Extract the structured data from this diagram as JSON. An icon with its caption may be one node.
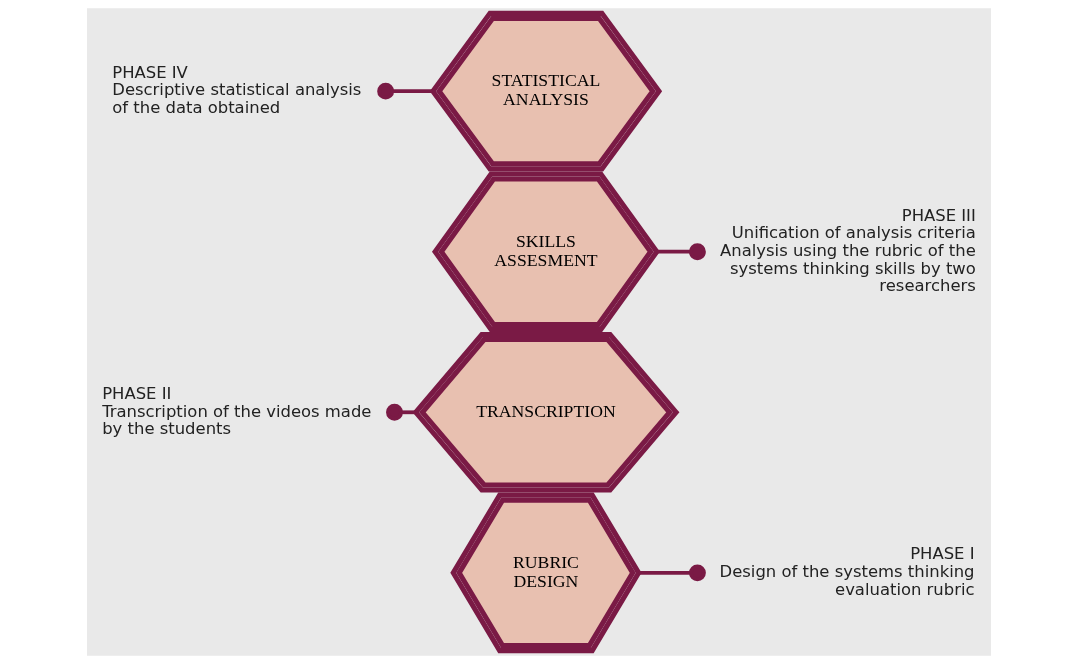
{
  "diagram": {
    "nodes": [
      {
        "text": [
          "RUBRIC DESIGN"
        ]
      },
      {
        "text": [
          "PHASE I",
          "Design of the systems thinking evaluation rubric"
        ]
      },
      {
        "text": [
          "TRANSCRIPTION"
        ]
      },
      {
        "text": [
          "PHASE II",
          "Transcription of the videos made by the students"
        ]
      },
      {
        "text": [
          "SKILLS ASSESMENT"
        ]
      },
      {
        "text": [
          "PHASE III",
          "Unification of analysis criteria",
          "Analysis using the rubric of the systems thinking skills by two researchers"
        ]
      },
      {
        "text": [
          "STATISTICAL ANALYSIS"
        ]
      },
      {
        "text": [
          "PHASE IV",
          "Descriptive statistical analysis of the data obtained"
        ]
      }
    ],
    "edges": [
      {
        "from": 0,
        "to": 1,
        "arrow": "other"
      },
      {
        "from": 2,
        "to": 3,
        "arrow": "other"
      },
      {
        "from": 4,
        "to": 5,
        "arrow": "other"
      },
      {
        "from": 6,
        "to": 7,
        "arrow": "other"
      }
    ]
  }
}
